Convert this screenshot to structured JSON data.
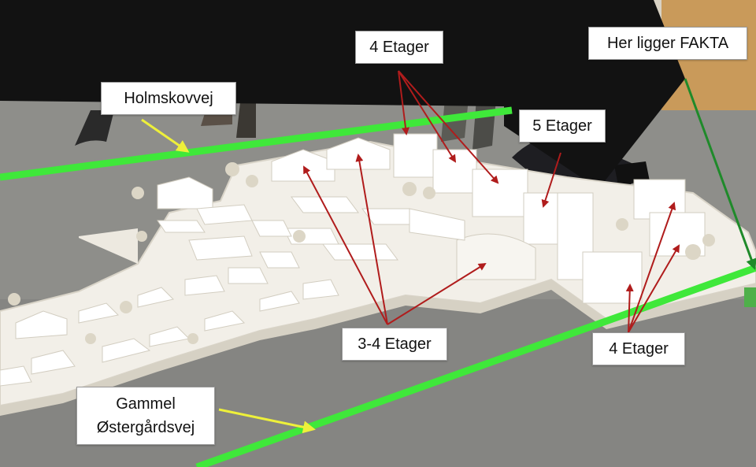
{
  "labels": {
    "holmskovvej": "Holmskovvej",
    "four_floors_top": "4 Etager",
    "her_ligger_fakta": "Her ligger FAKTA",
    "five_floors": "5 Etager",
    "three_four_floors": "3-4 Etager",
    "four_floors_bottom": "4 Etager",
    "gammel": "Gammel",
    "ostergardsvej": "Østergårdsvej"
  },
  "colors": {
    "road_line": "#3fe83a",
    "fakta_line": "#1f8a2a",
    "arrow_red": "#b01c1c",
    "arrow_yellow": "#eef03a",
    "overlay_black": "#121212",
    "floor": "#8e8e8a",
    "model_white": "#f2efe8"
  }
}
